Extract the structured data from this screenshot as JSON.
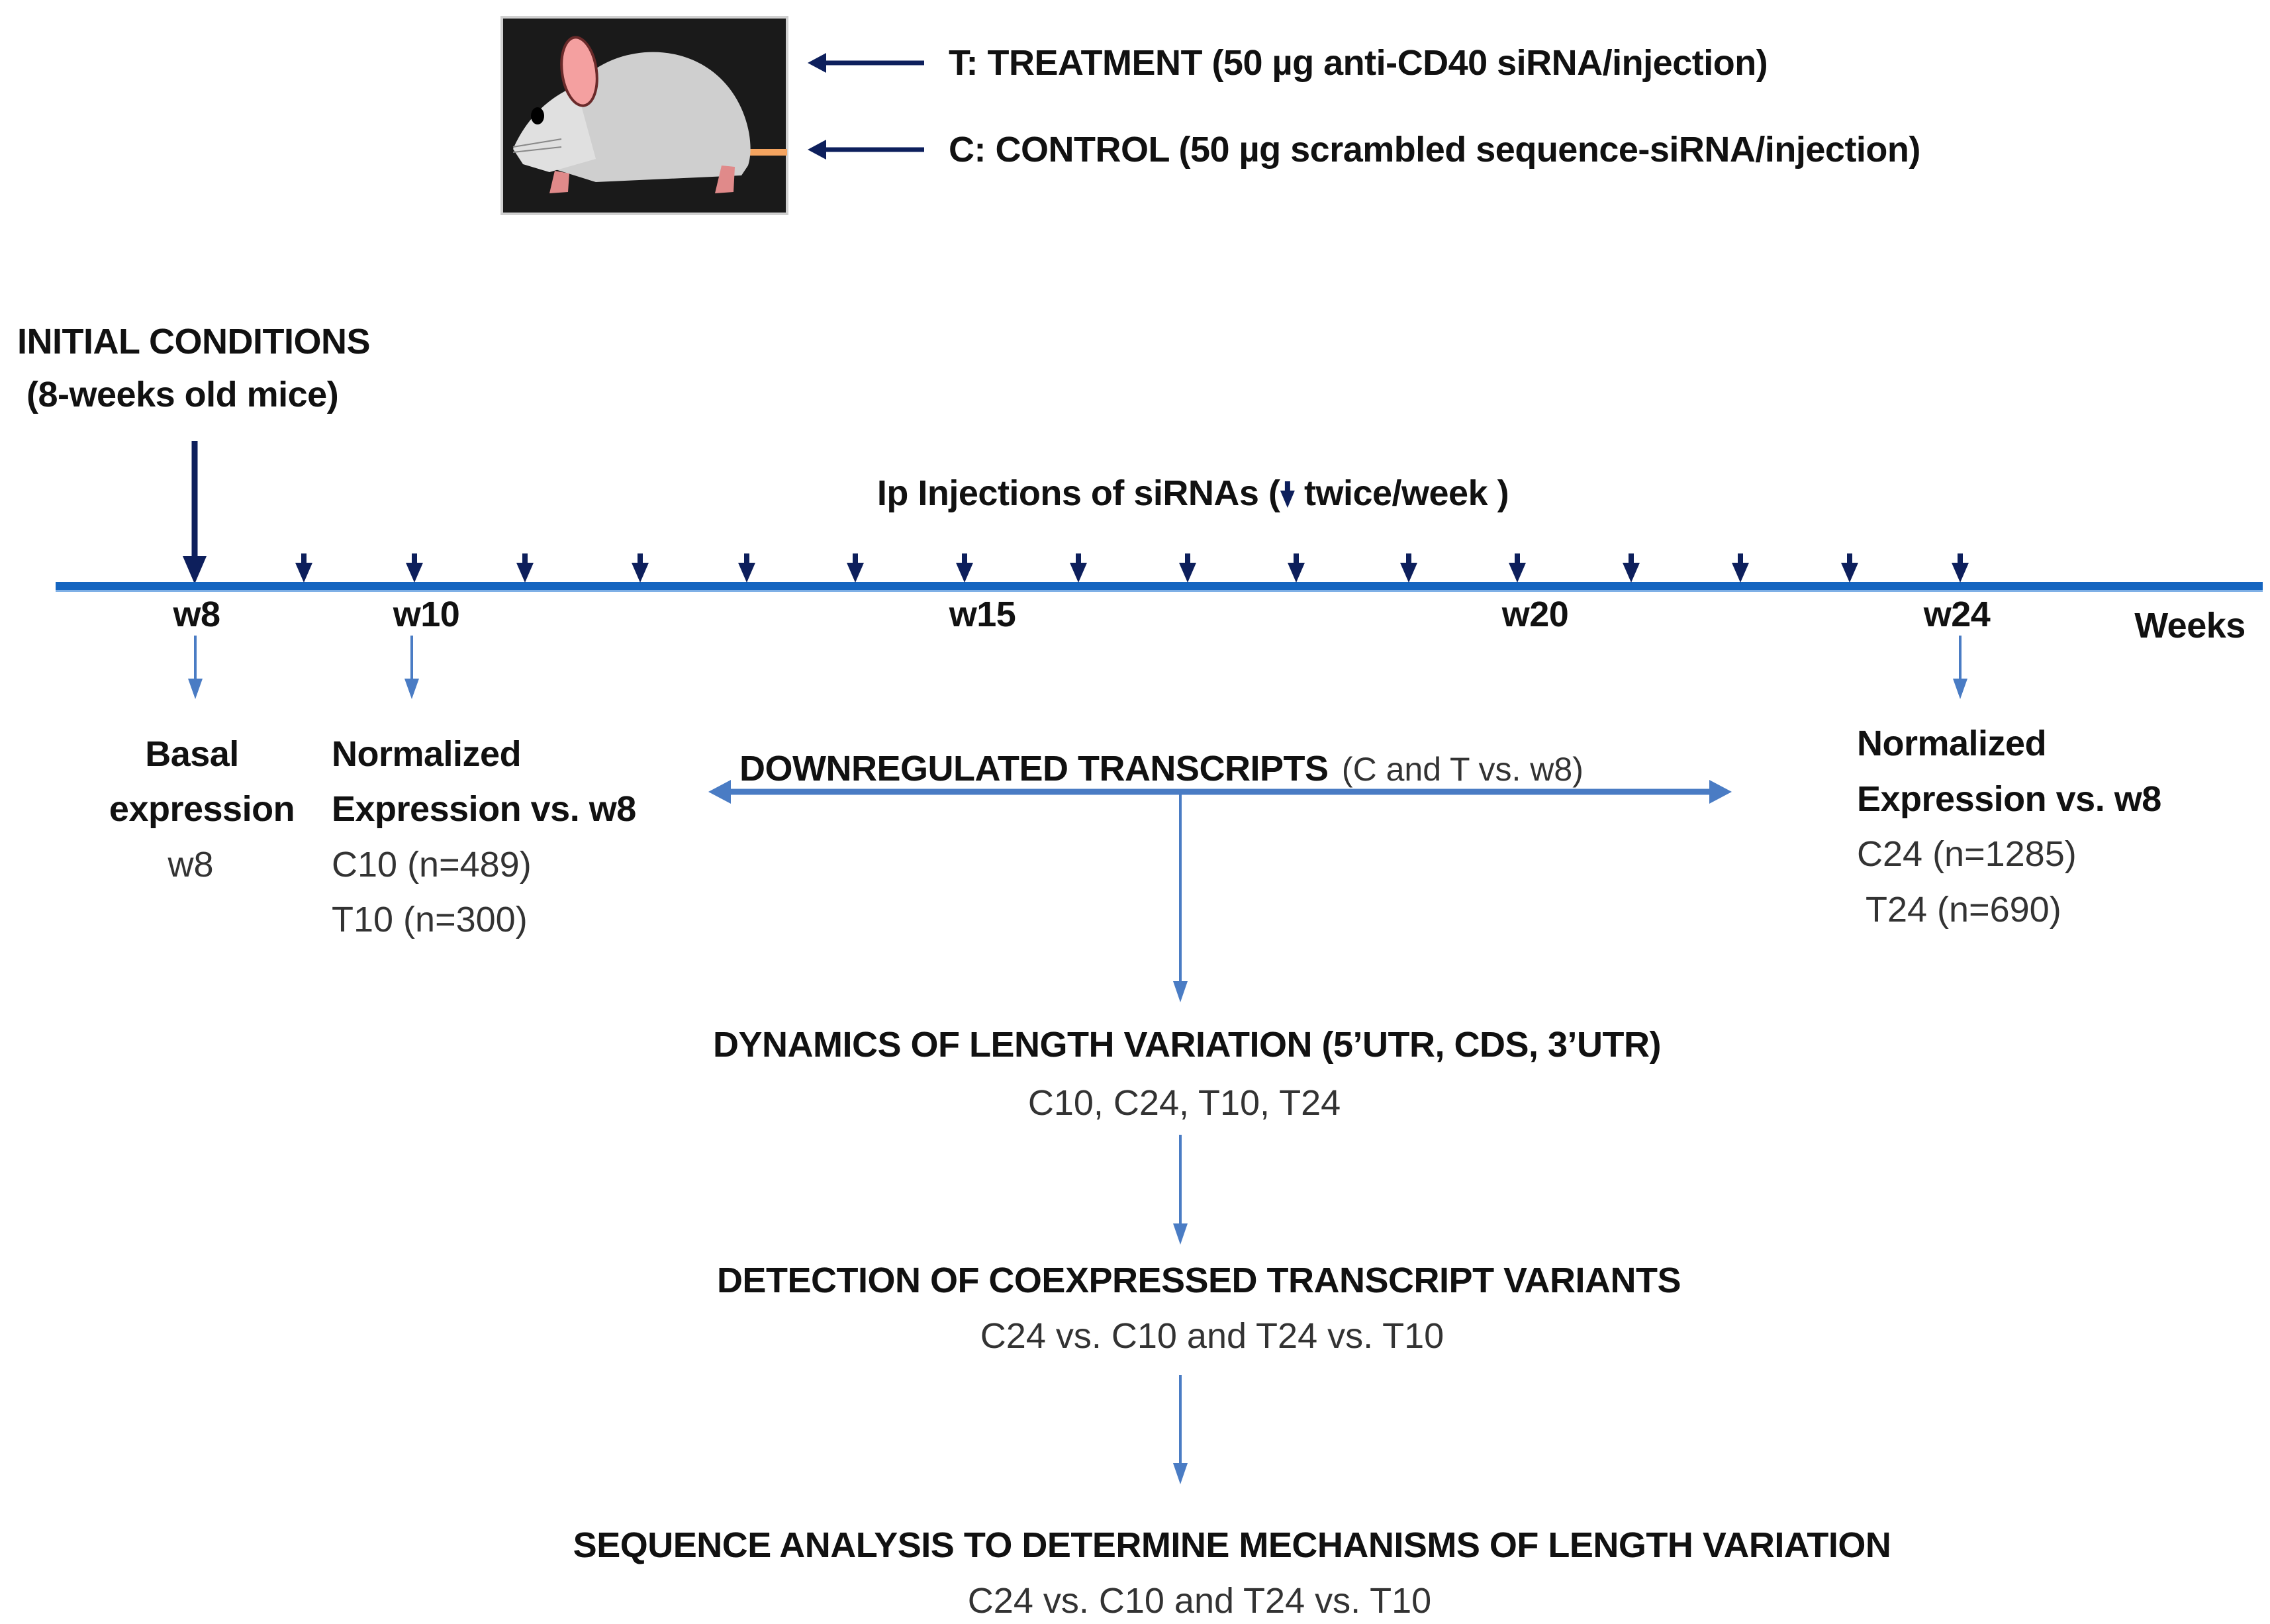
{
  "legend": {
    "treatment": "T: TREATMENT (50 µg anti-CD40 siRNA/injection)",
    "control": "C: CONTROL (50 µg scrambled sequence-siRNA/injection)",
    "image": "mouse-illustration"
  },
  "initial_conditions": {
    "title": "INITIAL CONDITIONS",
    "subtitle": "(8-weeks old mice)"
  },
  "timeline": {
    "injections_label_prefix": "Ip Injections of siRNAs (",
    "injections_label_suffix": " twice/week )",
    "axis_label": "Weeks",
    "week_labels": [
      "w8",
      "w10",
      "w15",
      "w20",
      "w24"
    ],
    "injection_count": 16,
    "colors": {
      "timeline": "#1565c0",
      "injection_arrow": "#0d1f5c",
      "flow_arrow": "#4a7cc4"
    }
  },
  "basal": {
    "line1": "Basal",
    "line2": "expression",
    "value": "w8"
  },
  "w10_block": {
    "line1": "Normalized",
    "line2": "Expression vs. w8",
    "c": "C10 (n=489)",
    "t": "T10 (n=300)"
  },
  "w24_block": {
    "line1": "Normalized",
    "line2": "Expression vs. w8",
    "c": "C24 (n=1285)",
    "t": "T24 (n=690)"
  },
  "downregulated": {
    "title": "DOWNREGULATED TRANSCRIPTS",
    "detail": "(C and T vs. w8)"
  },
  "steps": [
    {
      "title": "DYNAMICS OF LENGTH VARIATION (5’UTR, CDS, 3’UTR)",
      "detail": "C10, C24, T10, T24"
    },
    {
      "title": "DETECTION OF COEXPRESSED TRANSCRIPT VARIANTS",
      "detail": "C24 vs. C10 and T24 vs. T10"
    },
    {
      "title": "SEQUENCE ANALYSIS TO DETERMINE MECHANISMS OF LENGTH VARIATION",
      "detail": "C24 vs. C10 and T24 vs. T10"
    }
  ]
}
